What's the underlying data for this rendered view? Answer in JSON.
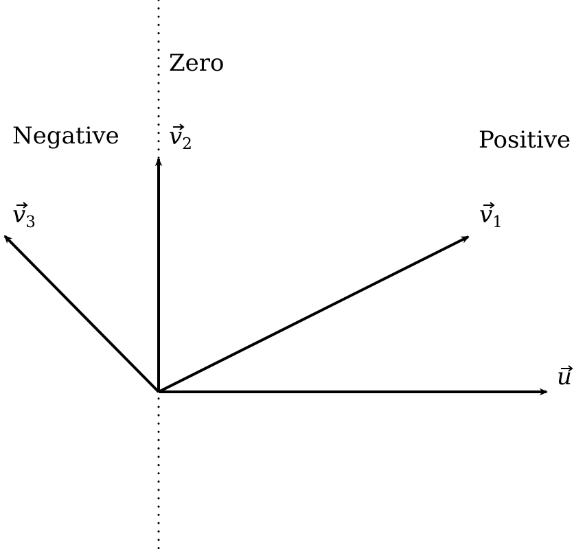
{
  "diagram": {
    "regions": {
      "zero": "Zero",
      "negative": "Negative",
      "positive": "Positive"
    },
    "vectors": [
      {
        "id": "u",
        "base": "u",
        "subscript": ""
      },
      {
        "id": "v1",
        "base": "v",
        "subscript": "1"
      },
      {
        "id": "v2",
        "base": "v",
        "subscript": "2"
      },
      {
        "id": "v3",
        "base": "v",
        "subscript": "3"
      }
    ],
    "stroke_color": "#000000"
  }
}
